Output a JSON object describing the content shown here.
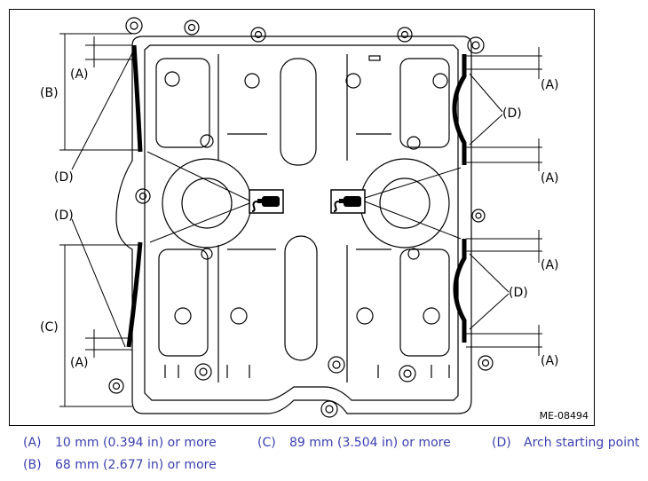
{
  "figure_id": "ME-08494",
  "callouts": {
    "a": "(A)",
    "b": "(B)",
    "c": "(C)",
    "d": "(D)"
  },
  "legend": [
    {
      "key": "(A)",
      "text": "10 mm (0.394 in) or more"
    },
    {
      "key": "(B)",
      "text": "68 mm (2.677 in) or more"
    },
    {
      "key": "(C)",
      "text": "89 mm (3.504 in) or more"
    },
    {
      "key": "(D)",
      "text": "Arch starting point"
    }
  ],
  "colors": {
    "legend_text": "#3a3fb0",
    "line": "#000000"
  },
  "icons": [
    "sealant-bottle-icon-left",
    "sealant-bottle-icon-right"
  ]
}
